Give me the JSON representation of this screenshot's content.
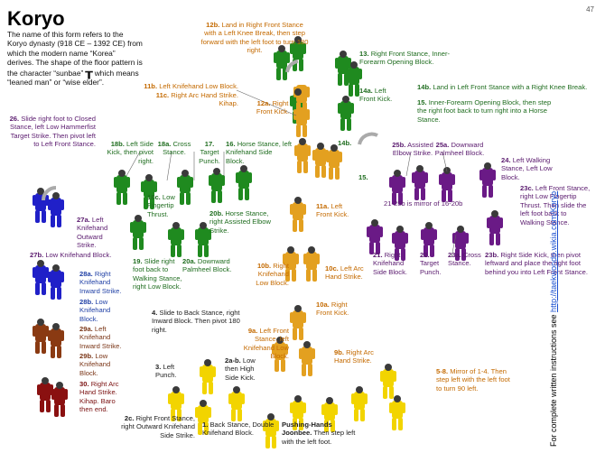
{
  "page": {
    "title": "Koryo",
    "page_number": "47",
    "intro_1": "The name of this form refers to the Koryo dynasty (918 CE – 1392 CE) from which the modern name “Korea” derives. The shape of the floor pattern is the character “sunbae”",
    "intro_sym": "┰",
    "intro_2": " which means “leaned man” or “wise elder”.",
    "side_note_prefix": "For complete written instructions see ",
    "side_note_link": "http://taekwondo.wikia.com/Koryo"
  },
  "colors": {
    "yellow": "#f2d400",
    "orange": "#e3a020",
    "green": "#1f8a1f",
    "purple": "#6a1a86",
    "blue": "#2020c8",
    "brown": "#8a3a12",
    "maroon": "#8a1010",
    "head": "#3a3a3a"
  },
  "labels": [
    {
      "id": "l12b",
      "num": "12b.",
      "text": "Land in Right Front Stance with a Left Knee Break, then step forward with the left foot to turn 180 right."
    },
    {
      "id": "l13",
      "num": "13.",
      "text": "Right Front Stance, Inner-Forearm Opening Block."
    },
    {
      "id": "l11b",
      "num": "11b.",
      "text": "Left Knifehand Low Block."
    },
    {
      "id": "l11c",
      "num": "11c.",
      "text": "Right Arc Hand Strike. Kihap."
    },
    {
      "id": "l12a",
      "num": "12a.",
      "text": "Right Front Kick."
    },
    {
      "id": "l14a",
      "num": "14a.",
      "text": "Left Front Kick."
    },
    {
      "id": "l14b",
      "num": "14b.",
      "text": "Land in Left Front Stance with a Right Knee Break."
    },
    {
      "id": "l15",
      "num": "15.",
      "text": "Inner-Forearm Opening Block, then step the right foot back to turn right into a Horse Stance."
    },
    {
      "id": "l14bsmall",
      "num": "14b.",
      "text": ""
    },
    {
      "id": "l15small",
      "num": "15.",
      "text": ""
    },
    {
      "id": "l26",
      "num": "26.",
      "text": "Slide right foot to Closed Stance, left Low Hammerfist Target Strike. Then pivot left to Left Front Stance."
    },
    {
      "id": "l18b",
      "num": "18b.",
      "text": "Left Side Kick, then pivot right."
    },
    {
      "id": "l18a",
      "num": "18a.",
      "text": "Cross Stance."
    },
    {
      "id": "l17",
      "num": "17.",
      "text": "Target Punch."
    },
    {
      "id": "l16",
      "num": "16.",
      "text": "Horse Stance, left Knifehand Side Block."
    },
    {
      "id": "l25b",
      "num": "25b.",
      "text": "Assisted Elbow Strike."
    },
    {
      "id": "l25a",
      "num": "25a.",
      "text": "Downward Palmheel Block."
    },
    {
      "id": "l24",
      "num": "24.",
      "text": "Left Walking Stance, Left Low Block."
    },
    {
      "id": "l18c",
      "num": "18c.",
      "text": "Low Fingertip Thrust."
    },
    {
      "id": "l20b",
      "num": "20b.",
      "text": "Horse Stance, right Assisted Elbow Strike."
    },
    {
      "id": "l11a",
      "num": "11a.",
      "text": "Left Front Kick."
    },
    {
      "id": "lmirror1",
      "num": "",
      "text": "21-25b is mirror of 16-20b"
    },
    {
      "id": "l23c",
      "num": "23c.",
      "text": "Left Front Stance, right Low Fingertip Thrust. Then slide the left foot back to Walking Stance."
    },
    {
      "id": "l27a",
      "num": "27a.",
      "text": "Left Knifehand Outward Strike."
    },
    {
      "id": "l27b",
      "num": "27b.",
      "text": "Low Knifehand Block."
    },
    {
      "id": "l19",
      "num": "19.",
      "text": "Slide right foot back to Walking Stance, right Low Block."
    },
    {
      "id": "l20a",
      "num": "20a.",
      "text": "Downward Palmheel Block."
    },
    {
      "id": "l10b",
      "num": "10b.",
      "text": "Right Knifehand Low Block."
    },
    {
      "id": "l10c",
      "num": "10c.",
      "text": "Left Arc Hand Strike."
    },
    {
      "id": "l21",
      "num": "21.",
      "text": "Right Knifehand Side Block."
    },
    {
      "id": "l22",
      "num": "22.",
      "text": "Target Punch."
    },
    {
      "id": "l23a",
      "num": "23a.",
      "text": "Cross Stance."
    },
    {
      "id": "l23b",
      "num": "23b.",
      "text": "Right Side Kick, then pivot leftward and place the right foot behind you into Left Front Stance."
    },
    {
      "id": "l28a",
      "num": "28a.",
      "text": "Right Knifehand Inward Strike."
    },
    {
      "id": "l28b",
      "num": "28b.",
      "text": "Low Knifehand Block."
    },
    {
      "id": "l10a",
      "num": "10a.",
      "text": "Right Front Kick."
    },
    {
      "id": "l4",
      "num": "4.",
      "text": "Slide to Back Stance, right Inward Block. Then pivot 180 right."
    },
    {
      "id": "l9a",
      "num": "9a.",
      "text": "Left Front Stance, left Knifehand Low Block."
    },
    {
      "id": "l29a",
      "num": "29a.",
      "text": "Left Knifehand Inward Strike."
    },
    {
      "id": "l29b",
      "num": "29b.",
      "text": "Low Knifehand Block."
    },
    {
      "id": "l9b",
      "num": "9b.",
      "text": "Right Arc Hand Strike."
    },
    {
      "id": "l3",
      "num": "3.",
      "text": "Left Punch."
    },
    {
      "id": "l2ab",
      "num": "2a-b.",
      "text": "Low then High Side Kick."
    },
    {
      "id": "l58",
      "num": "5-8.",
      "text": "Mirror of 1-4. Then step left with the left foot to turn 90 left."
    },
    {
      "id": "l30",
      "num": "30.",
      "text": "Right Arc Hand Strike. Kihap. Baro then end."
    },
    {
      "id": "l2c",
      "num": "2c.",
      "text": "Right Front Stance, right Outward Knifehand Side Strike."
    },
    {
      "id": "l1",
      "num": "1.",
      "text": "Back Stance, Double Knifehand Block."
    },
    {
      "id": "lpush",
      "num": "Pushing-Hands Joonbee.",
      "text": "Then step left with the left foot."
    }
  ]
}
